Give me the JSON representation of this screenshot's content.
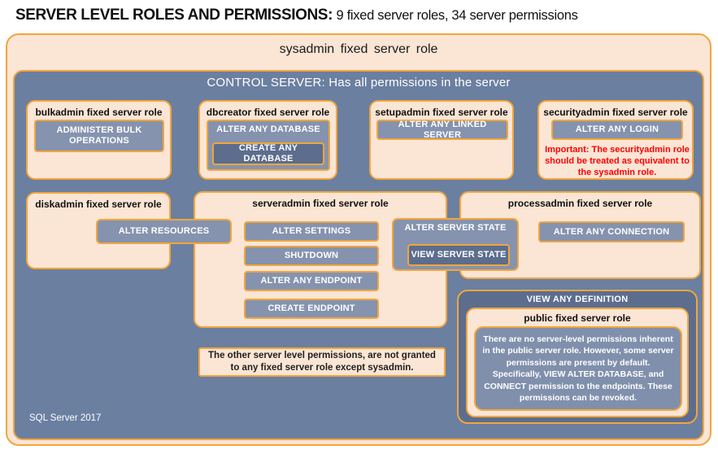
{
  "title": {
    "main": "SERVER LEVEL ROLES AND PERMISSIONS:",
    "sub": " 9 fixed server roles, 34 server permissions"
  },
  "sysadmin": {
    "label": "sysadmin fixed server role"
  },
  "control": {
    "label": "CONTROL SERVER: Has all permissions in the server",
    "footer": "SQL Server 2017"
  },
  "roles": {
    "bulkadmin": {
      "title": "bulkadmin fixed server role",
      "perm": "ADMINISTER BULK OPERATIONS"
    },
    "dbcreator": {
      "title": "dbcreator fixed server role",
      "perm": "ALTER ANY DATABASE",
      "nested_perm": "CREATE ANY DATABASE"
    },
    "setupadmin": {
      "title": "setupadmin fixed server role",
      "perm": "ALTER ANY LINKED SERVER"
    },
    "securityadmin": {
      "title": "securityadmin fixed server role",
      "perm": "ALTER ANY LOGIN",
      "warning": "Important: The securityadmin role should be treated as equivalent to the sysadmin role."
    },
    "diskadmin": {
      "title": "diskadmin fixed server role",
      "perm": "ALTER RESOURCES"
    },
    "serveradmin": {
      "title": "serveradmin fixed server role",
      "perms": [
        "ALTER SETTINGS",
        "SHUTDOWN",
        "ALTER ANY ENDPOINT",
        "CREATE ENDPOINT"
      ]
    },
    "processadmin": {
      "title": "processadmin fixed server role",
      "perm": "ALTER ANY CONNECTION"
    },
    "shared_state": {
      "perm": "ALTER SERVER STATE",
      "nested_perm": "VIEW SERVER STATE"
    },
    "public": {
      "banner": "VIEW ANY DEFINITION",
      "title": "public fixed server role",
      "body": "There are no server-level permissions inherent in the public server role. However, some server permissions are present by default. Specifically, VIEW ALTER DATABASE, and CONNECT permission to the endpoints. These permissions can be revoked."
    }
  },
  "note": "The other server level permissions, are not granted to any fixed server role except sysadmin.",
  "colors": {
    "cream": "#fbe5d5",
    "control_blue": "#6b7fa0",
    "permission_blue": "#8593af",
    "nested_dark_blue": "#5c6d8e",
    "public_body_blue": "#8090ac",
    "gold_border": "#f0a63c",
    "warning_red": "#ff0000",
    "title_black": "#111111"
  }
}
